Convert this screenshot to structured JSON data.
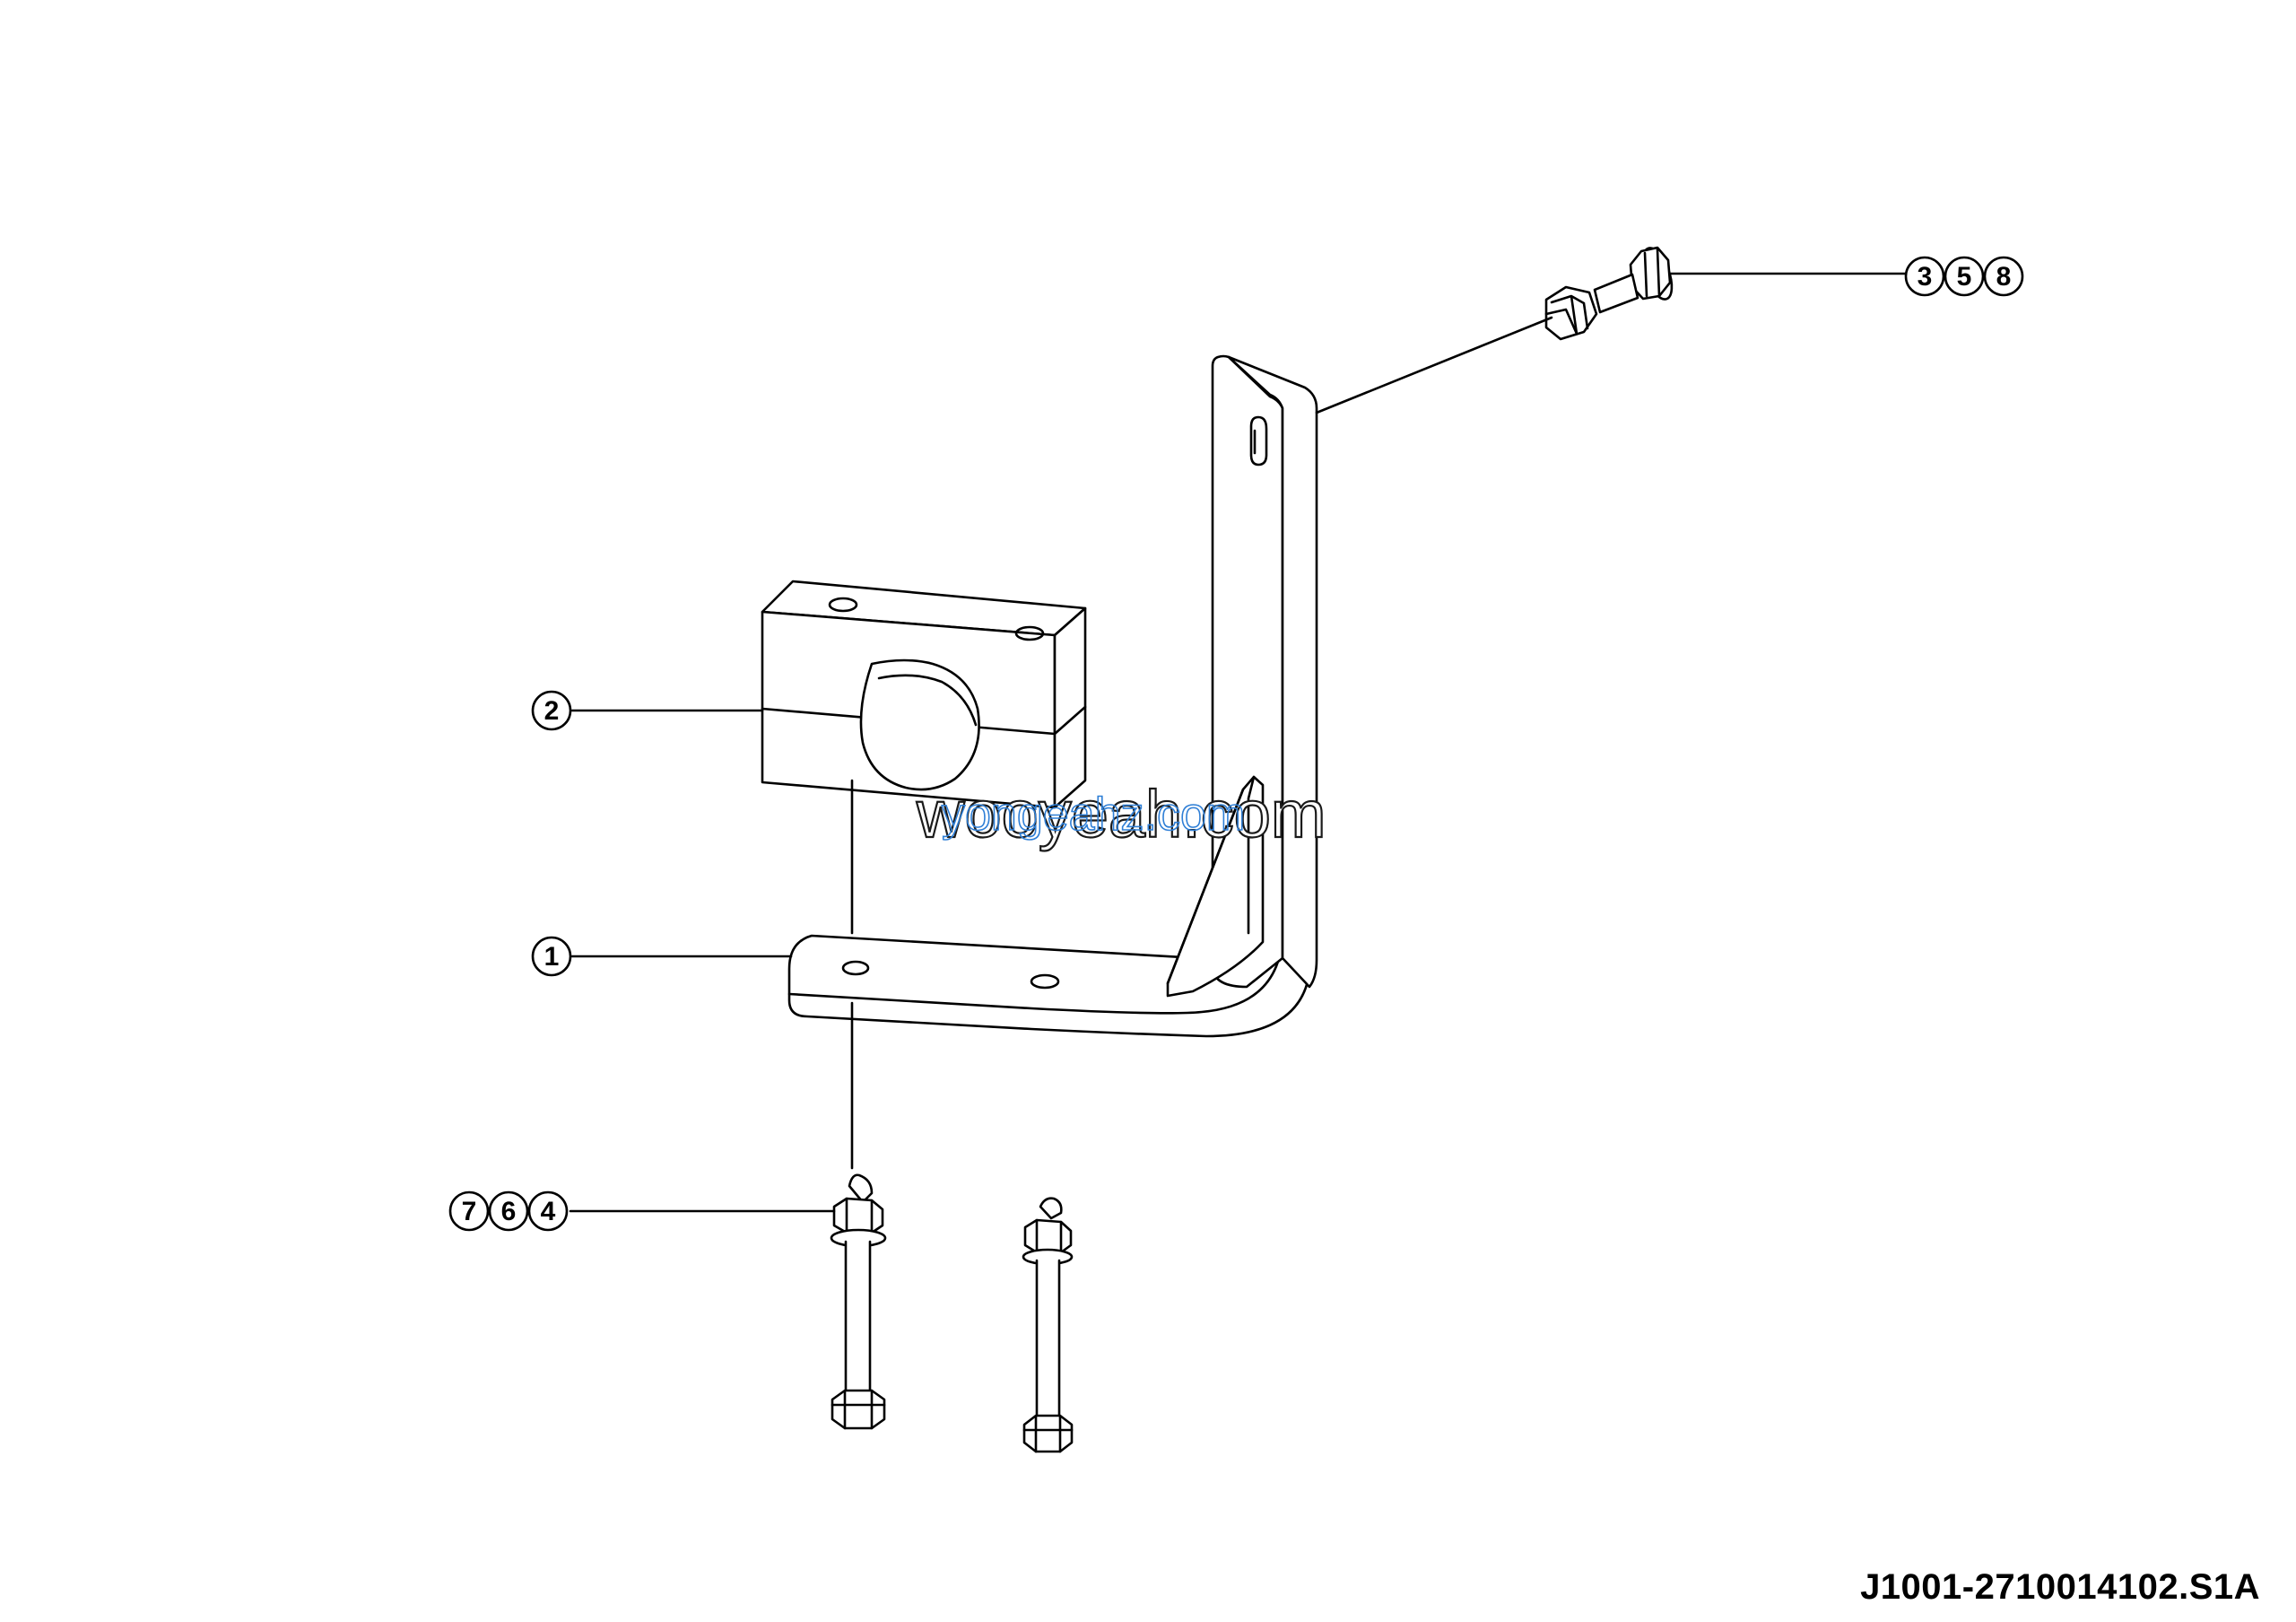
{
  "callouts": {
    "c358": [
      "3",
      "5",
      "8"
    ],
    "c2": [
      "2"
    ],
    "c1": [
      "1"
    ],
    "c764": [
      "7",
      "6",
      "4"
    ]
  },
  "watermark": {
    "text_back": "wooyeah.com",
    "text_front": "yongeahz.com",
    "color_back": "#1a1a1a",
    "color_front": "#2f7fd6"
  },
  "drawing_code": "J1001-2710014102.S1A",
  "icons": [
    "mounting-bracket",
    "pipe-clamp-block",
    "hex-bolt-with-washer",
    "hex-bolt-nut-assembly"
  ],
  "colors": {
    "line": "#000000",
    "background": "#ffffff"
  }
}
